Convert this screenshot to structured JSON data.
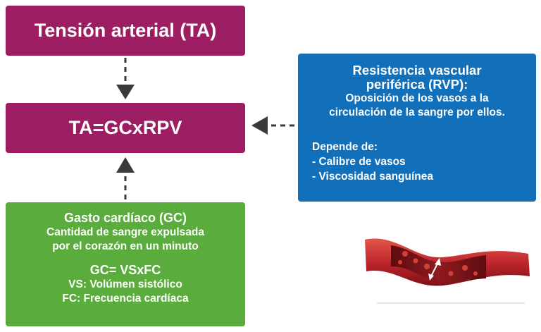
{
  "colors": {
    "magenta": "#9c1d61",
    "blue": "#1270bb",
    "green": "#5aad3d",
    "arrow": "#3a3a3a"
  },
  "boxes": {
    "ta": {
      "label": "Tensión arterial (TA)"
    },
    "formula": {
      "label": "TA=GCxRPV"
    },
    "rvp": {
      "title_lines": [
        "Resistencia vascular",
        "periférica (RVP):"
      ],
      "desc_lines": [
        "Oposición de los vasos a la",
        "circulación de la sangre por ellos."
      ],
      "depends_lines": [
        "Depende de:",
        "- Calibre de vasos",
        "- Viscosidad sanguínea"
      ]
    },
    "gc": {
      "title": "Gasto cardíaco (GC)",
      "desc_lines": [
        "Cantidad de sangre expulsada",
        "por el corazón en un minuto"
      ],
      "formula": "GC= VSxFC",
      "sub_lines": [
        "VS: Volúmen sistólico",
        "FC: Frecuencia cardíaca"
      ]
    }
  },
  "icons": {
    "vessel": "blood-vessel-illustration",
    "arrow": "dashed-arrow"
  }
}
